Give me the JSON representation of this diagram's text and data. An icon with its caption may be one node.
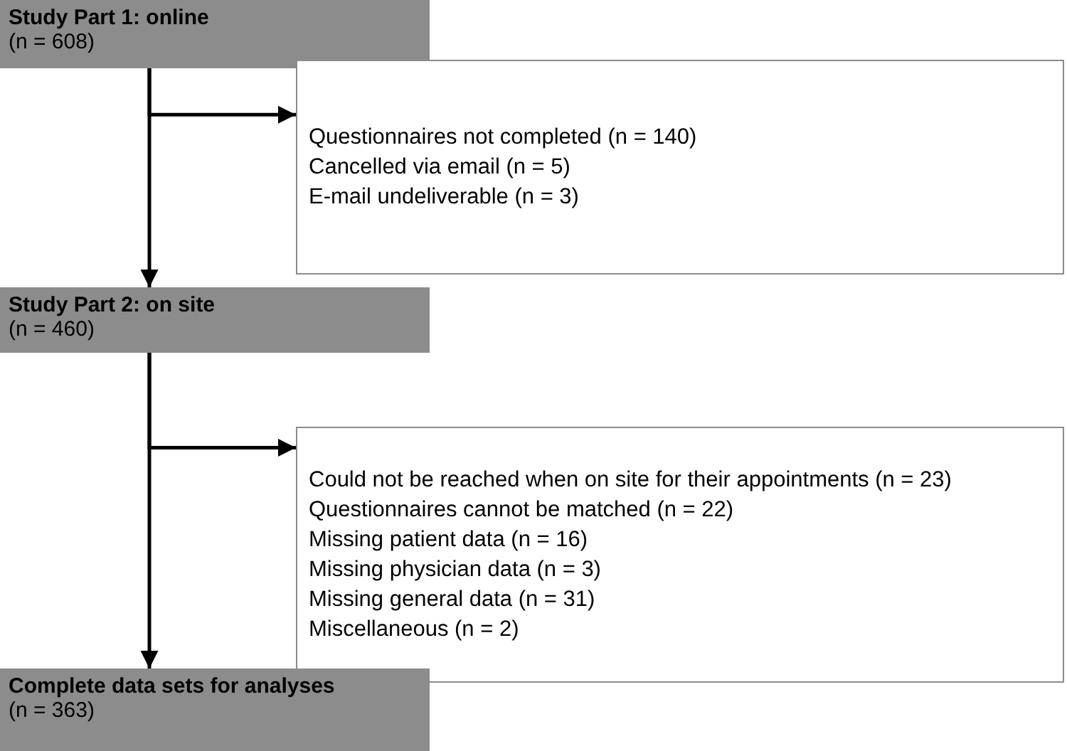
{
  "diagram": {
    "nodes": [
      {
        "text": [
          "Study Part 1: online",
          "(n = 608)"
        ]
      },
      {
        "text": [
          "Questionnaires not completed (n = 140)",
          "Cancelled via email (n = 5)",
          "E-mail undeliverable (n = 3)"
        ]
      },
      {
        "text": [
          "Study Part 2: on site",
          "(n = 460)"
        ]
      },
      {
        "text": [
          "Could not be reached when on site for their appointments (n = 23)",
          "Questionnaires cannot be matched (n = 22)",
          "Missing patient data (n = 16)",
          "Missing physician data (n = 3)",
          "Missing general data (n = 31)",
          "Miscellaneous (n = 2)"
        ]
      },
      {
        "text": [
          "Complete data sets for analyses",
          "(n = 363)"
        ]
      }
    ],
    "edges": [
      {
        "from": 0,
        "to": 1,
        "arrow": "to"
      },
      {
        "from": 0,
        "to": 2,
        "arrow": "to"
      },
      {
        "from": 2,
        "to": 3,
        "arrow": "to"
      },
      {
        "from": 2,
        "to": 4,
        "arrow": "to"
      }
    ]
  }
}
